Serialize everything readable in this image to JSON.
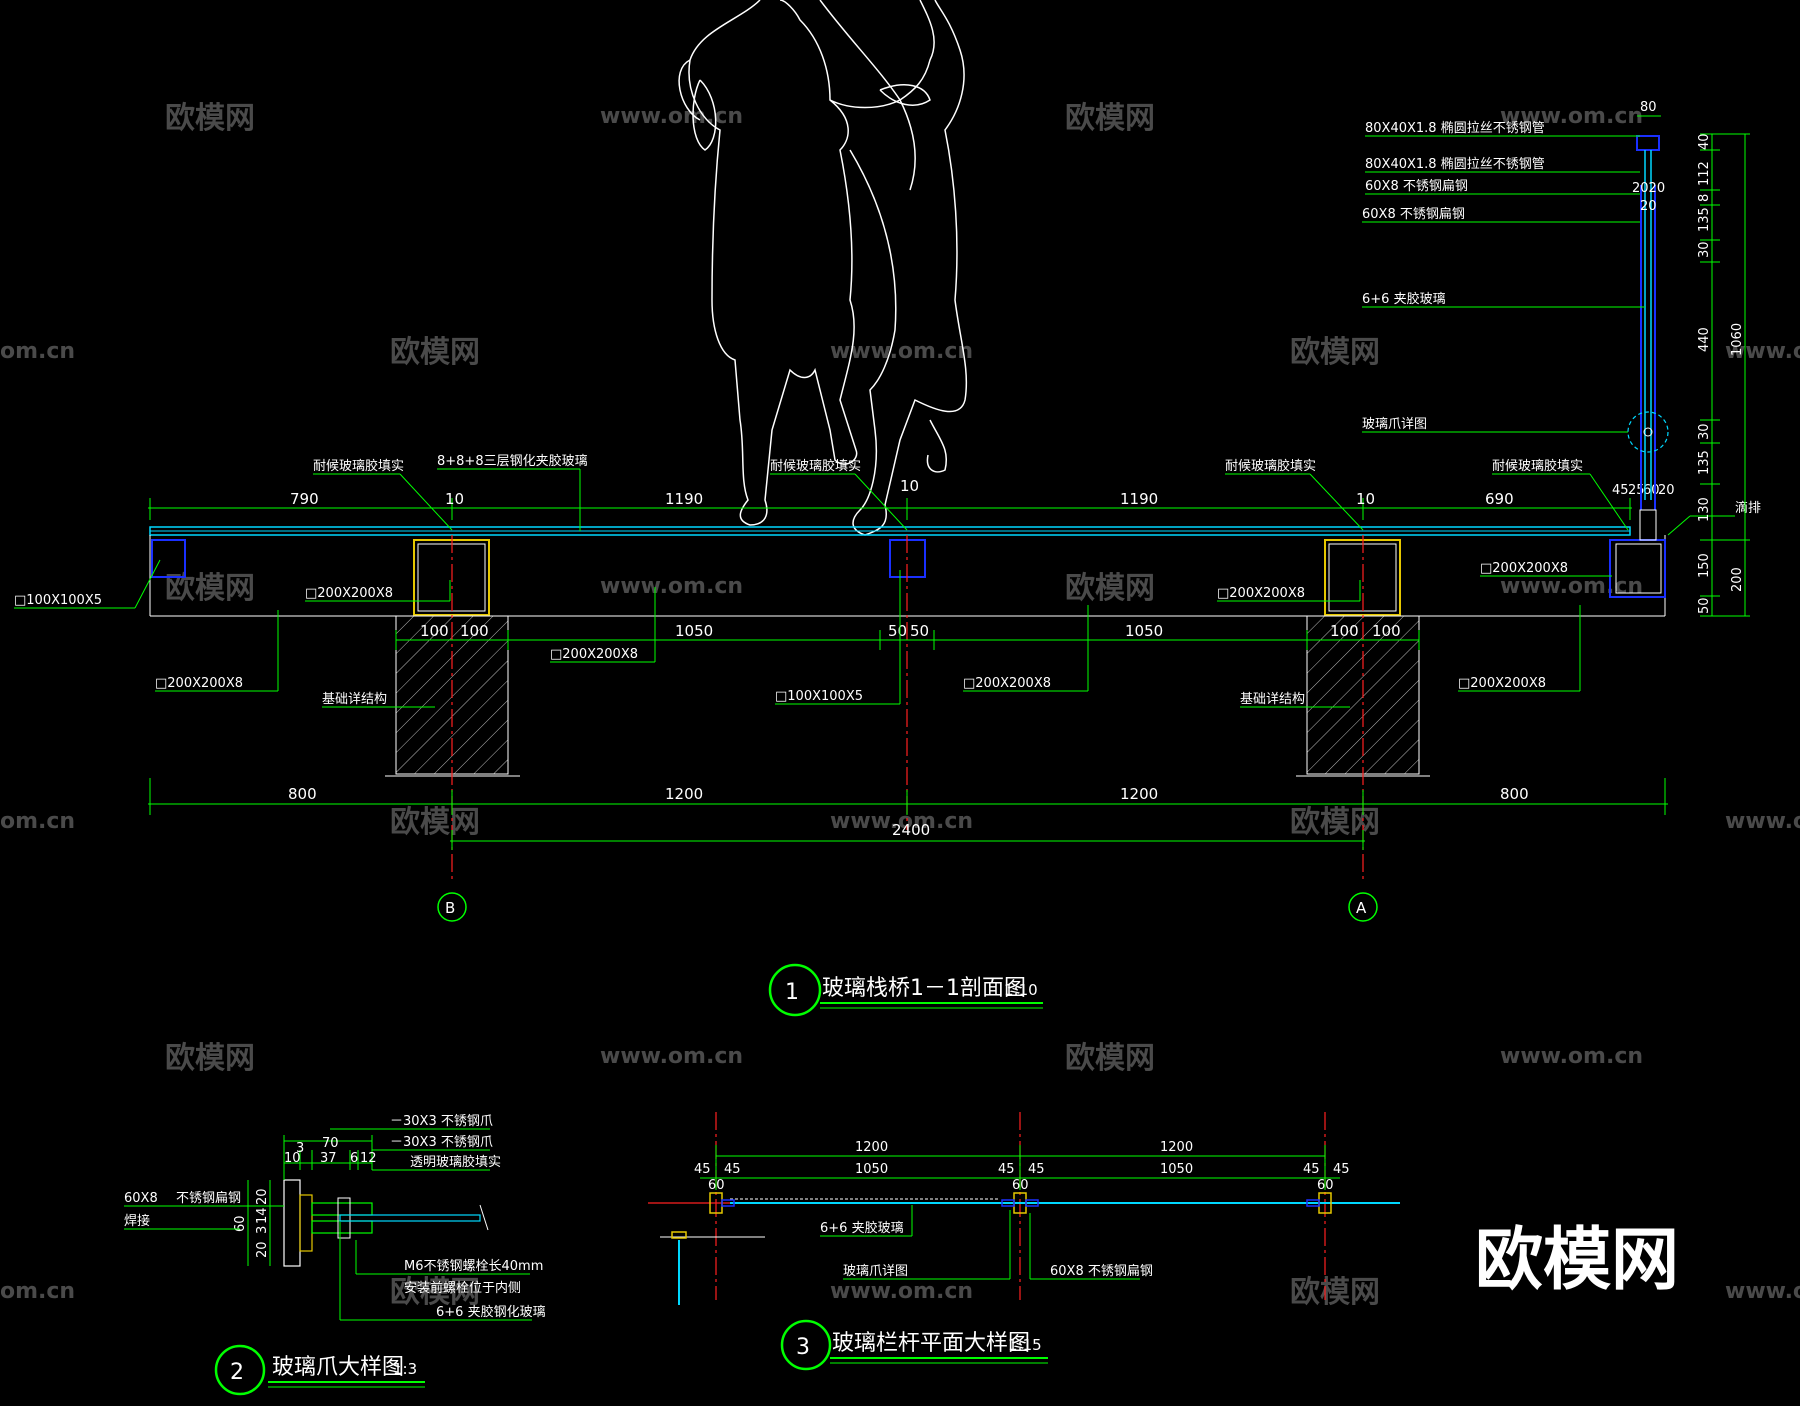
{
  "watermark": {
    "text": "欧模网",
    "url": "www.om.cn",
    "url_part": "om.cn",
    "logo": "欧模网"
  },
  "section": {
    "title_number": "1",
    "title": "玻璃栈桥1－1剖面图",
    "scale": "1:10",
    "top_dims": [
      "790",
      "10",
      "1190",
      "10",
      "1190",
      "10",
      "690"
    ],
    "post_top_dims": [
      "45",
      "25",
      "60",
      "20"
    ],
    "mid_dims_left": [
      "100",
      "100"
    ],
    "mid_dims_center": [
      "1050",
      "50",
      "50",
      "1050"
    ],
    "mid_dims_right": [
      "100",
      "100"
    ],
    "bottom_dims": [
      "800",
      "1200",
      "1200",
      "800"
    ],
    "total_dim": "2400",
    "axis_b": "B",
    "axis_a": "A",
    "labels": {
      "sealant": "耐候玻璃胶填实",
      "sealant_right": "耐候玻璃胶填实",
      "glass": "8+8+8三层钢化夹胶玻璃",
      "tube_100": "□100X100X5",
      "tube_200": "□200X200X8",
      "foundation": "基础详结构",
      "drain": "滴排"
    },
    "rail_labels": [
      "80X40X1.8 椭圆拉丝不锈钢管",
      "80X40X1.8 椭圆拉丝不锈钢管",
      "60X8 不锈钢扁钢",
      "60X8 不锈钢扁钢",
      "6+6 夹胶玻璃",
      "玻璃爪详图"
    ],
    "rail_top_dim": "80",
    "rail_small": [
      "2020",
      "20"
    ],
    "rail_right_dims": [
      "40",
      "112",
      "8",
      "135",
      "30",
      "440",
      "30",
      "135",
      "130",
      "150",
      "50"
    ],
    "rail_total": "1060",
    "rail_base": "200"
  },
  "claw_detail": {
    "title_number": "2",
    "title": "玻璃爪大样图",
    "scale": "1:3",
    "labels": [
      "－30X3 不锈钢爪",
      "－30X3 不锈钢爪",
      "透明玻璃胶填实",
      "60X8",
      "不锈钢扁钢",
      "焊接",
      "M6不锈钢螺栓长40mm",
      "安装前螺栓位于内侧",
      "6+6 夹胶钢化玻璃"
    ],
    "top_dims": [
      "70",
      "10",
      "3",
      "37",
      "6",
      "12"
    ],
    "side_dims": [
      "20",
      "14",
      "3",
      "20",
      "60"
    ]
  },
  "rail_plan": {
    "title_number": "3",
    "title": "玻璃栏杆平面大样图",
    "scale": "1:15",
    "dims_outer": [
      "1200",
      "1200"
    ],
    "dims_inner": [
      "45",
      "45",
      "1050",
      "45",
      "45",
      "1050",
      "45",
      "45"
    ],
    "dims_60": [
      "60",
      "60",
      "60"
    ],
    "labels": [
      "6+6 夹胶玻璃",
      "玻璃爪详图",
      "60X8 不锈钢扁钢"
    ]
  },
  "colors": {
    "line": "#ffffff",
    "dim": "#00ff00",
    "glass": "#00d8ff",
    "steel": "#1a30ff",
    "post": "#e6c800",
    "axis": "#ff2020",
    "watermark": "#4a4a4a"
  }
}
